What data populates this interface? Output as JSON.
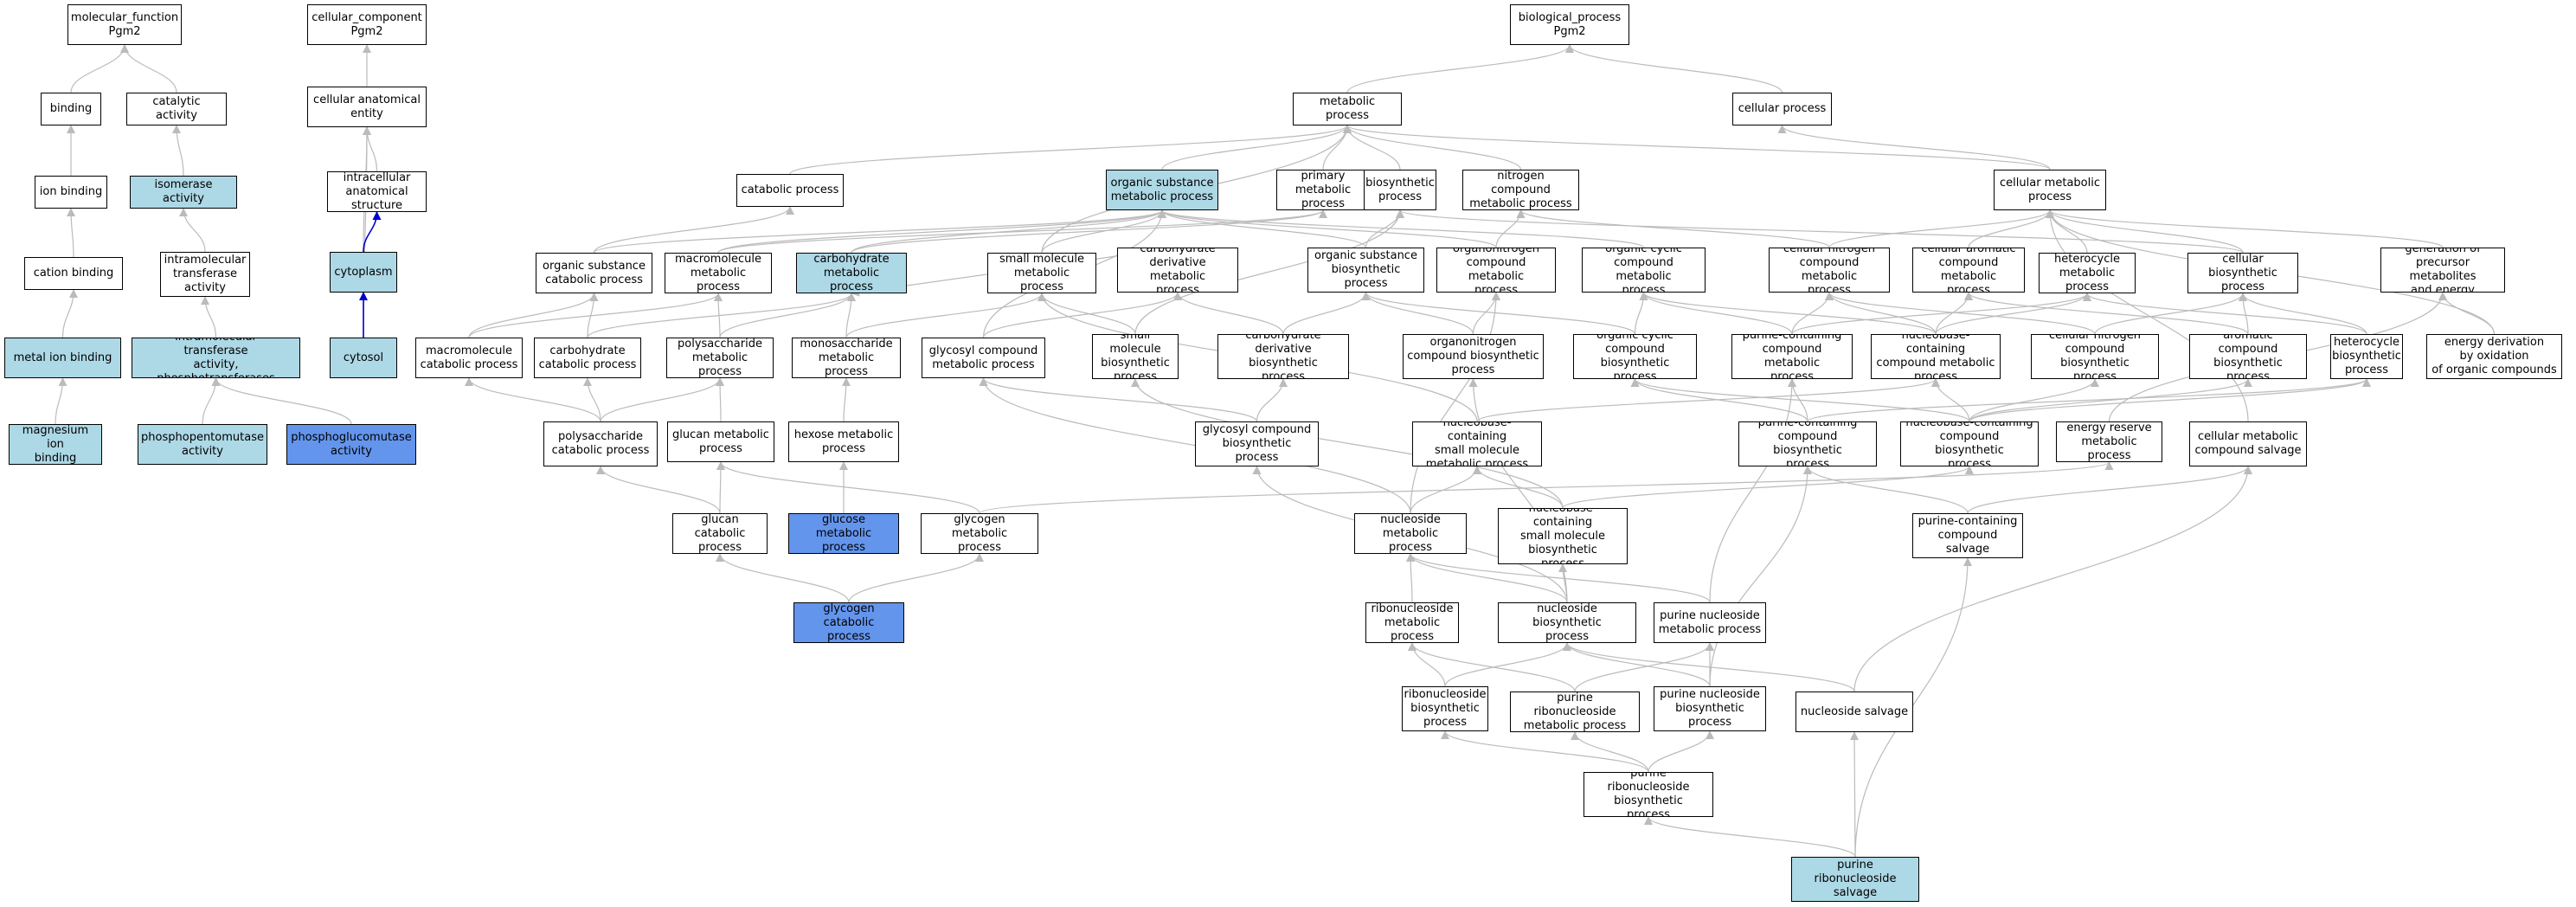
{
  "colors": {
    "default": "#ffffff",
    "light_blue": "#add8e6",
    "medium_blue": "#6495ed",
    "edge_gray": "#bbbbbb",
    "edge_blue": "#0000cc"
  },
  "nodes": {
    "mf": {
      "label": "molecular_function\nPgm2",
      "fill": "default"
    },
    "cc": {
      "label": "cellular_component\nPgm2",
      "fill": "default"
    },
    "bp": {
      "label": "biological_process\nPgm2",
      "fill": "default"
    },
    "binding": {
      "label": "binding",
      "fill": "default"
    },
    "catalytic": {
      "label": "catalytic activity",
      "fill": "default"
    },
    "ion_binding": {
      "label": "ion binding",
      "fill": "default"
    },
    "isomerase": {
      "label": "isomerase activity",
      "fill": "light_blue"
    },
    "cation_binding": {
      "label": "cation binding",
      "fill": "default"
    },
    "intramol_trans": {
      "label": "intramolecular\ntransferase\nactivity",
      "fill": "default"
    },
    "metal_ion": {
      "label": "metal ion binding",
      "fill": "light_blue"
    },
    "intramol_phospho": {
      "label": "intramolecular\ntransferase\nactivity, phosphotransferases",
      "fill": "light_blue"
    },
    "mg_ion": {
      "label": "magnesium ion\nbinding",
      "fill": "light_blue"
    },
    "phosphopento": {
      "label": "phosphopentomutase\nactivity",
      "fill": "light_blue"
    },
    "phosphogluco": {
      "label": "phosphoglucomutase\nactivity",
      "fill": "medium_blue"
    },
    "cae": {
      "label": "cellular anatomical\nentity",
      "fill": "default"
    },
    "ias": {
      "label": "intracellular\nanatomical structure",
      "fill": "default"
    },
    "cytoplasm": {
      "label": "cytoplasm",
      "fill": "light_blue"
    },
    "cytosol": {
      "label": "cytosol",
      "fill": "light_blue"
    },
    "metabolic": {
      "label": "metabolic process",
      "fill": "default"
    },
    "cellular_process": {
      "label": "cellular process",
      "fill": "default"
    },
    "catabolic": {
      "label": "catabolic process",
      "fill": "default"
    },
    "osmp": {
      "label": "organic substance\nmetabolic process",
      "fill": "light_blue"
    },
    "primary": {
      "label": "primary metabolic\nprocess",
      "fill": "default"
    },
    "biosynthetic": {
      "label": "biosynthetic\nprocess",
      "fill": "default"
    },
    "ncmp": {
      "label": "nitrogen compound\nmetabolic process",
      "fill": "default"
    },
    "cmp": {
      "label": "cellular metabolic\nprocess",
      "fill": "default"
    },
    "oscp": {
      "label": "organic substance\ncatabolic process",
      "fill": "default"
    },
    "macromp": {
      "label": "macromolecule\nmetabolic process",
      "fill": "default"
    },
    "carbmp": {
      "label": "carbohydrate\nmetabolic process",
      "fill": "light_blue"
    },
    "smmp": {
      "label": "small molecule\nmetabolic process",
      "fill": "default"
    },
    "cdmp": {
      "label": "carbohydrate\nderivative metabolic\nprocess",
      "fill": "default"
    },
    "osbp": {
      "label": "organic substance\nbiosynthetic\nprocess",
      "fill": "default"
    },
    "onmp": {
      "label": "organonitrogen\ncompound metabolic\nprocess",
      "fill": "default"
    },
    "ocmp": {
      "label": "organic cyclic\ncompound metabolic\nprocess",
      "fill": "default"
    },
    "cnmp": {
      "label": "cellular nitrogen\ncompound metabolic\nprocess",
      "fill": "default"
    },
    "camp": {
      "label": "cellular aromatic\ncompound metabolic\nprocess",
      "fill": "default"
    },
    "hmp": {
      "label": "heterocycle\nmetabolic process",
      "fill": "default"
    },
    "cbp": {
      "label": "cellular biosynthetic\nprocess",
      "fill": "default"
    },
    "gpme": {
      "label": "generation of\nprecursor metabolites\nand energy",
      "fill": "default"
    },
    "macrocp": {
      "label": "macromolecule\ncatabolic process",
      "fill": "default"
    },
    "carbcp": {
      "label": "carbohydrate\ncatabolic process",
      "fill": "default"
    },
    "psmp": {
      "label": "polysaccharide\nmetabolic process",
      "fill": "default"
    },
    "msmp": {
      "label": "monosaccharide\nmetabolic process",
      "fill": "default"
    },
    "gcmp": {
      "label": "glycosyl compound\nmetabolic process",
      "fill": "default"
    },
    "smbp": {
      "label": "small molecule\nbiosynthetic\nprocess",
      "fill": "default"
    },
    "cdbp": {
      "label": "carbohydrate\nderivative biosynthetic\nprocess",
      "fill": "default"
    },
    "onbp": {
      "label": "organonitrogen\ncompound biosynthetic\nprocess",
      "fill": "default"
    },
    "ocbp": {
      "label": "organic cyclic\ncompound biosynthetic\nprocess",
      "fill": "default"
    },
    "pcmp": {
      "label": "purine-containing\ncompound metabolic\nprocess",
      "fill": "default"
    },
    "nbcmp": {
      "label": "nucleobase-containing\ncompound metabolic\nprocess",
      "fill": "default"
    },
    "cnbp": {
      "label": "cellular nitrogen\ncompound biosynthetic\nprocess",
      "fill": "default"
    },
    "acbp": {
      "label": "aromatic compound\nbiosynthetic\nprocess",
      "fill": "default"
    },
    "hbp": {
      "label": "heterocycle\nbiosynthetic\nprocess",
      "fill": "default"
    },
    "edoo": {
      "label": "energy derivation\nby oxidation\nof organic compounds",
      "fill": "default"
    },
    "pscp": {
      "label": "polysaccharide\ncatabolic process",
      "fill": "default"
    },
    "glucanmp": {
      "label": "glucan metabolic\nprocess",
      "fill": "default"
    },
    "hexmp": {
      "label": "hexose metabolic\nprocess",
      "fill": "default"
    },
    "gcbp": {
      "label": "glycosyl compound\nbiosynthetic\nprocess",
      "fill": "default"
    },
    "nbsmmp": {
      "label": "nucleobase-containing\nsmall molecule\nmetabolic process",
      "fill": "default"
    },
    "pcbp": {
      "label": "purine-containing\ncompound biosynthetic\nprocess",
      "fill": "default"
    },
    "nbcbp": {
      "label": "nucleobase-containing\ncompound biosynthetic\nprocess",
      "fill": "default"
    },
    "ermp": {
      "label": "energy reserve\nmetabolic process",
      "fill": "default"
    },
    "cmcs": {
      "label": "cellular metabolic\ncompound salvage",
      "fill": "default"
    },
    "glucancp": {
      "label": "glucan catabolic\nprocess",
      "fill": "default"
    },
    "glucosemp": {
      "label": "glucose metabolic\nprocess",
      "fill": "medium_blue"
    },
    "glycogenmp": {
      "label": "glycogen metabolic\nprocess",
      "fill": "default"
    },
    "nsmp": {
      "label": "nucleoside metabolic\nprocess",
      "fill": "default"
    },
    "nbsmbp": {
      "label": "nucleobase-containing\nsmall molecule\nbiosynthetic\nprocess",
      "fill": "default"
    },
    "pcs": {
      "label": "purine-containing\ncompound salvage",
      "fill": "default"
    },
    "glycogencp": {
      "label": "glycogen catabolic\nprocess",
      "fill": "medium_blue"
    },
    "rnmp": {
      "label": "ribonucleoside\nmetabolic process",
      "fill": "default"
    },
    "nsbp": {
      "label": "nucleoside biosynthetic\nprocess",
      "fill": "default"
    },
    "pnmp": {
      "label": "purine nucleoside\nmetabolic process",
      "fill": "default"
    },
    "rnbp": {
      "label": "ribonucleoside\nbiosynthetic\nprocess",
      "fill": "default"
    },
    "prnmp": {
      "label": "purine ribonucleoside\nmetabolic process",
      "fill": "default"
    },
    "pnbp": {
      "label": "purine nucleoside\nbiosynthetic\nprocess",
      "fill": "default"
    },
    "nss": {
      "label": "nucleoside salvage",
      "fill": "default"
    },
    "prnbp": {
      "label": "purine ribonucleoside\nbiosynthetic\nprocess",
      "fill": "default"
    },
    "prns": {
      "label": "purine ribonucleoside\nsalvage",
      "fill": "light_blue"
    }
  },
  "edges": [
    [
      "binding",
      "mf"
    ],
    [
      "catalytic",
      "mf"
    ],
    [
      "ion_binding",
      "binding"
    ],
    [
      "isomerase",
      "catalytic"
    ],
    [
      "cation_binding",
      "ion_binding"
    ],
    [
      "intramol_trans",
      "isomerase"
    ],
    [
      "metal_ion",
      "cation_binding"
    ],
    [
      "intramol_phospho",
      "intramol_trans"
    ],
    [
      "mg_ion",
      "metal_ion"
    ],
    [
      "phosphopento",
      "intramol_phospho"
    ],
    [
      "phosphogluco",
      "intramol_phospho"
    ],
    [
      "cae",
      "cc"
    ],
    [
      "ias",
      "cae"
    ],
    [
      "cytoplasm",
      "cae"
    ],
    [
      "cytosol",
      "cae"
    ],
    [
      "cytoplasm",
      "ias",
      "blue"
    ],
    [
      "cytosol",
      "cytoplasm",
      "blue"
    ],
    [
      "metabolic",
      "bp"
    ],
    [
      "cellular_process",
      "bp"
    ],
    [
      "catabolic",
      "metabolic"
    ],
    [
      "osmp",
      "metabolic"
    ],
    [
      "primary",
      "metabolic"
    ],
    [
      "biosynthetic",
      "metabolic"
    ],
    [
      "ncmp",
      "metabolic"
    ],
    [
      "cmp",
      "metabolic"
    ],
    [
      "cmp",
      "cellular_process"
    ],
    [
      "smmp",
      "metabolic"
    ],
    [
      "oscp",
      "catabolic"
    ],
    [
      "oscp",
      "osmp"
    ],
    [
      "macromp",
      "osmp"
    ],
    [
      "macromp",
      "primary"
    ],
    [
      "carbmp",
      "osmp"
    ],
    [
      "carbmp",
      "primary"
    ],
    [
      "smmp",
      "osmp"
    ],
    [
      "cdmp",
      "carbmp"
    ],
    [
      "osbp",
      "biosynthetic"
    ],
    [
      "osbp",
      "osmp"
    ],
    [
      "onmp",
      "osmp"
    ],
    [
      "onmp",
      "ncmp"
    ],
    [
      "ocmp",
      "osmp"
    ],
    [
      "cnmp",
      "ncmp"
    ],
    [
      "cnmp",
      "cmp"
    ],
    [
      "camp",
      "cmp"
    ],
    [
      "hmp",
      "cmp"
    ],
    [
      "cbp",
      "cmp"
    ],
    [
      "cbp",
      "biosynthetic"
    ],
    [
      "gpme",
      "cmp"
    ],
    [
      "edoo",
      "gpme"
    ],
    [
      "edoo",
      "cmp"
    ],
    [
      "macrocp",
      "oscp"
    ],
    [
      "macrocp",
      "macromp"
    ],
    [
      "carbcp",
      "oscp"
    ],
    [
      "carbcp",
      "carbmp"
    ],
    [
      "psmp",
      "carbmp"
    ],
    [
      "psmp",
      "macromp"
    ],
    [
      "msmp",
      "carbmp"
    ],
    [
      "msmp",
      "smmp"
    ],
    [
      "gcmp",
      "cdmp"
    ],
    [
      "gcmp",
      "osmp"
    ],
    [
      "smbp",
      "smmp"
    ],
    [
      "smbp",
      "biosynthetic"
    ],
    [
      "cdbp",
      "cdmp"
    ],
    [
      "cdbp",
      "osbp"
    ],
    [
      "onbp",
      "onmp"
    ],
    [
      "onbp",
      "osbp"
    ],
    [
      "ocbp",
      "ocmp"
    ],
    [
      "ocbp",
      "osbp"
    ],
    [
      "pcmp",
      "ocmp"
    ],
    [
      "pcmp",
      "hmp"
    ],
    [
      "pcmp",
      "cnmp"
    ],
    [
      "nbcmp",
      "cnmp"
    ],
    [
      "nbcmp",
      "camp"
    ],
    [
      "nbcmp",
      "hmp"
    ],
    [
      "nbcmp",
      "ocmp"
    ],
    [
      "cnbp",
      "cnmp"
    ],
    [
      "cnbp",
      "cbp"
    ],
    [
      "acbp",
      "camp"
    ],
    [
      "acbp",
      "cbp"
    ],
    [
      "hbp",
      "hmp"
    ],
    [
      "hbp",
      "cbp"
    ],
    [
      "pscp",
      "psmp"
    ],
    [
      "pscp",
      "carbcp"
    ],
    [
      "pscp",
      "macrocp"
    ],
    [
      "glucanmp",
      "psmp"
    ],
    [
      "hexmp",
      "msmp"
    ],
    [
      "gcbp",
      "gcmp"
    ],
    [
      "gcbp",
      "cdbp"
    ],
    [
      "nbsmmp",
      "smmp"
    ],
    [
      "nbsmmp",
      "nbcmp"
    ],
    [
      "pcbp",
      "pcmp"
    ],
    [
      "pcbp",
      "ocbp"
    ],
    [
      "pcbp",
      "hbp"
    ],
    [
      "nbcbp",
      "nbcmp"
    ],
    [
      "nbcbp",
      "cnbp"
    ],
    [
      "nbcbp",
      "acbp"
    ],
    [
      "nbcbp",
      "hbp"
    ],
    [
      "nbcbp",
      "ocbp"
    ],
    [
      "ermp",
      "gpme"
    ],
    [
      "cmcs",
      "cmp"
    ],
    [
      "glucancp",
      "pscp"
    ],
    [
      "glucancp",
      "glucanmp"
    ],
    [
      "glucosemp",
      "hexmp"
    ],
    [
      "glycogenmp",
      "glucanmp"
    ],
    [
      "glycogenmp",
      "ermp"
    ],
    [
      "nsmp",
      "nbsmmp"
    ],
    [
      "nsmp",
      "gcmp"
    ],
    [
      "nsmp",
      "onmp"
    ],
    [
      "nbsmbp",
      "nbsmmp"
    ],
    [
      "nbsmbp",
      "nbcbp"
    ],
    [
      "nbsmbp",
      "smbp"
    ],
    [
      "pcs",
      "pcbp"
    ],
    [
      "pcs",
      "cmcs"
    ],
    [
      "glycogencp",
      "glucancp"
    ],
    [
      "glycogencp",
      "glycogenmp"
    ],
    [
      "rnmp",
      "nsmp"
    ],
    [
      "nsbp",
      "nsmp"
    ],
    [
      "nsbp",
      "gcbp"
    ],
    [
      "nsbp",
      "onbp"
    ],
    [
      "nsbp",
      "nbsmbp"
    ],
    [
      "pnmp",
      "nsmp"
    ],
    [
      "pnmp",
      "pcmp"
    ],
    [
      "rnbp",
      "rnmp"
    ],
    [
      "rnbp",
      "nsbp"
    ],
    [
      "prnmp",
      "rnmp"
    ],
    [
      "prnmp",
      "pnmp"
    ],
    [
      "pnbp",
      "pnmp"
    ],
    [
      "pnbp",
      "nsbp"
    ],
    [
      "pnbp",
      "pcbp"
    ],
    [
      "nss",
      "nsbp"
    ],
    [
      "nss",
      "cmcs"
    ],
    [
      "prnbp",
      "prnmp"
    ],
    [
      "prnbp",
      "rnbp"
    ],
    [
      "prnbp",
      "pnbp"
    ],
    [
      "prns",
      "prnbp"
    ],
    [
      "prns",
      "nss"
    ],
    [
      "prns",
      "pcs"
    ]
  ]
}
